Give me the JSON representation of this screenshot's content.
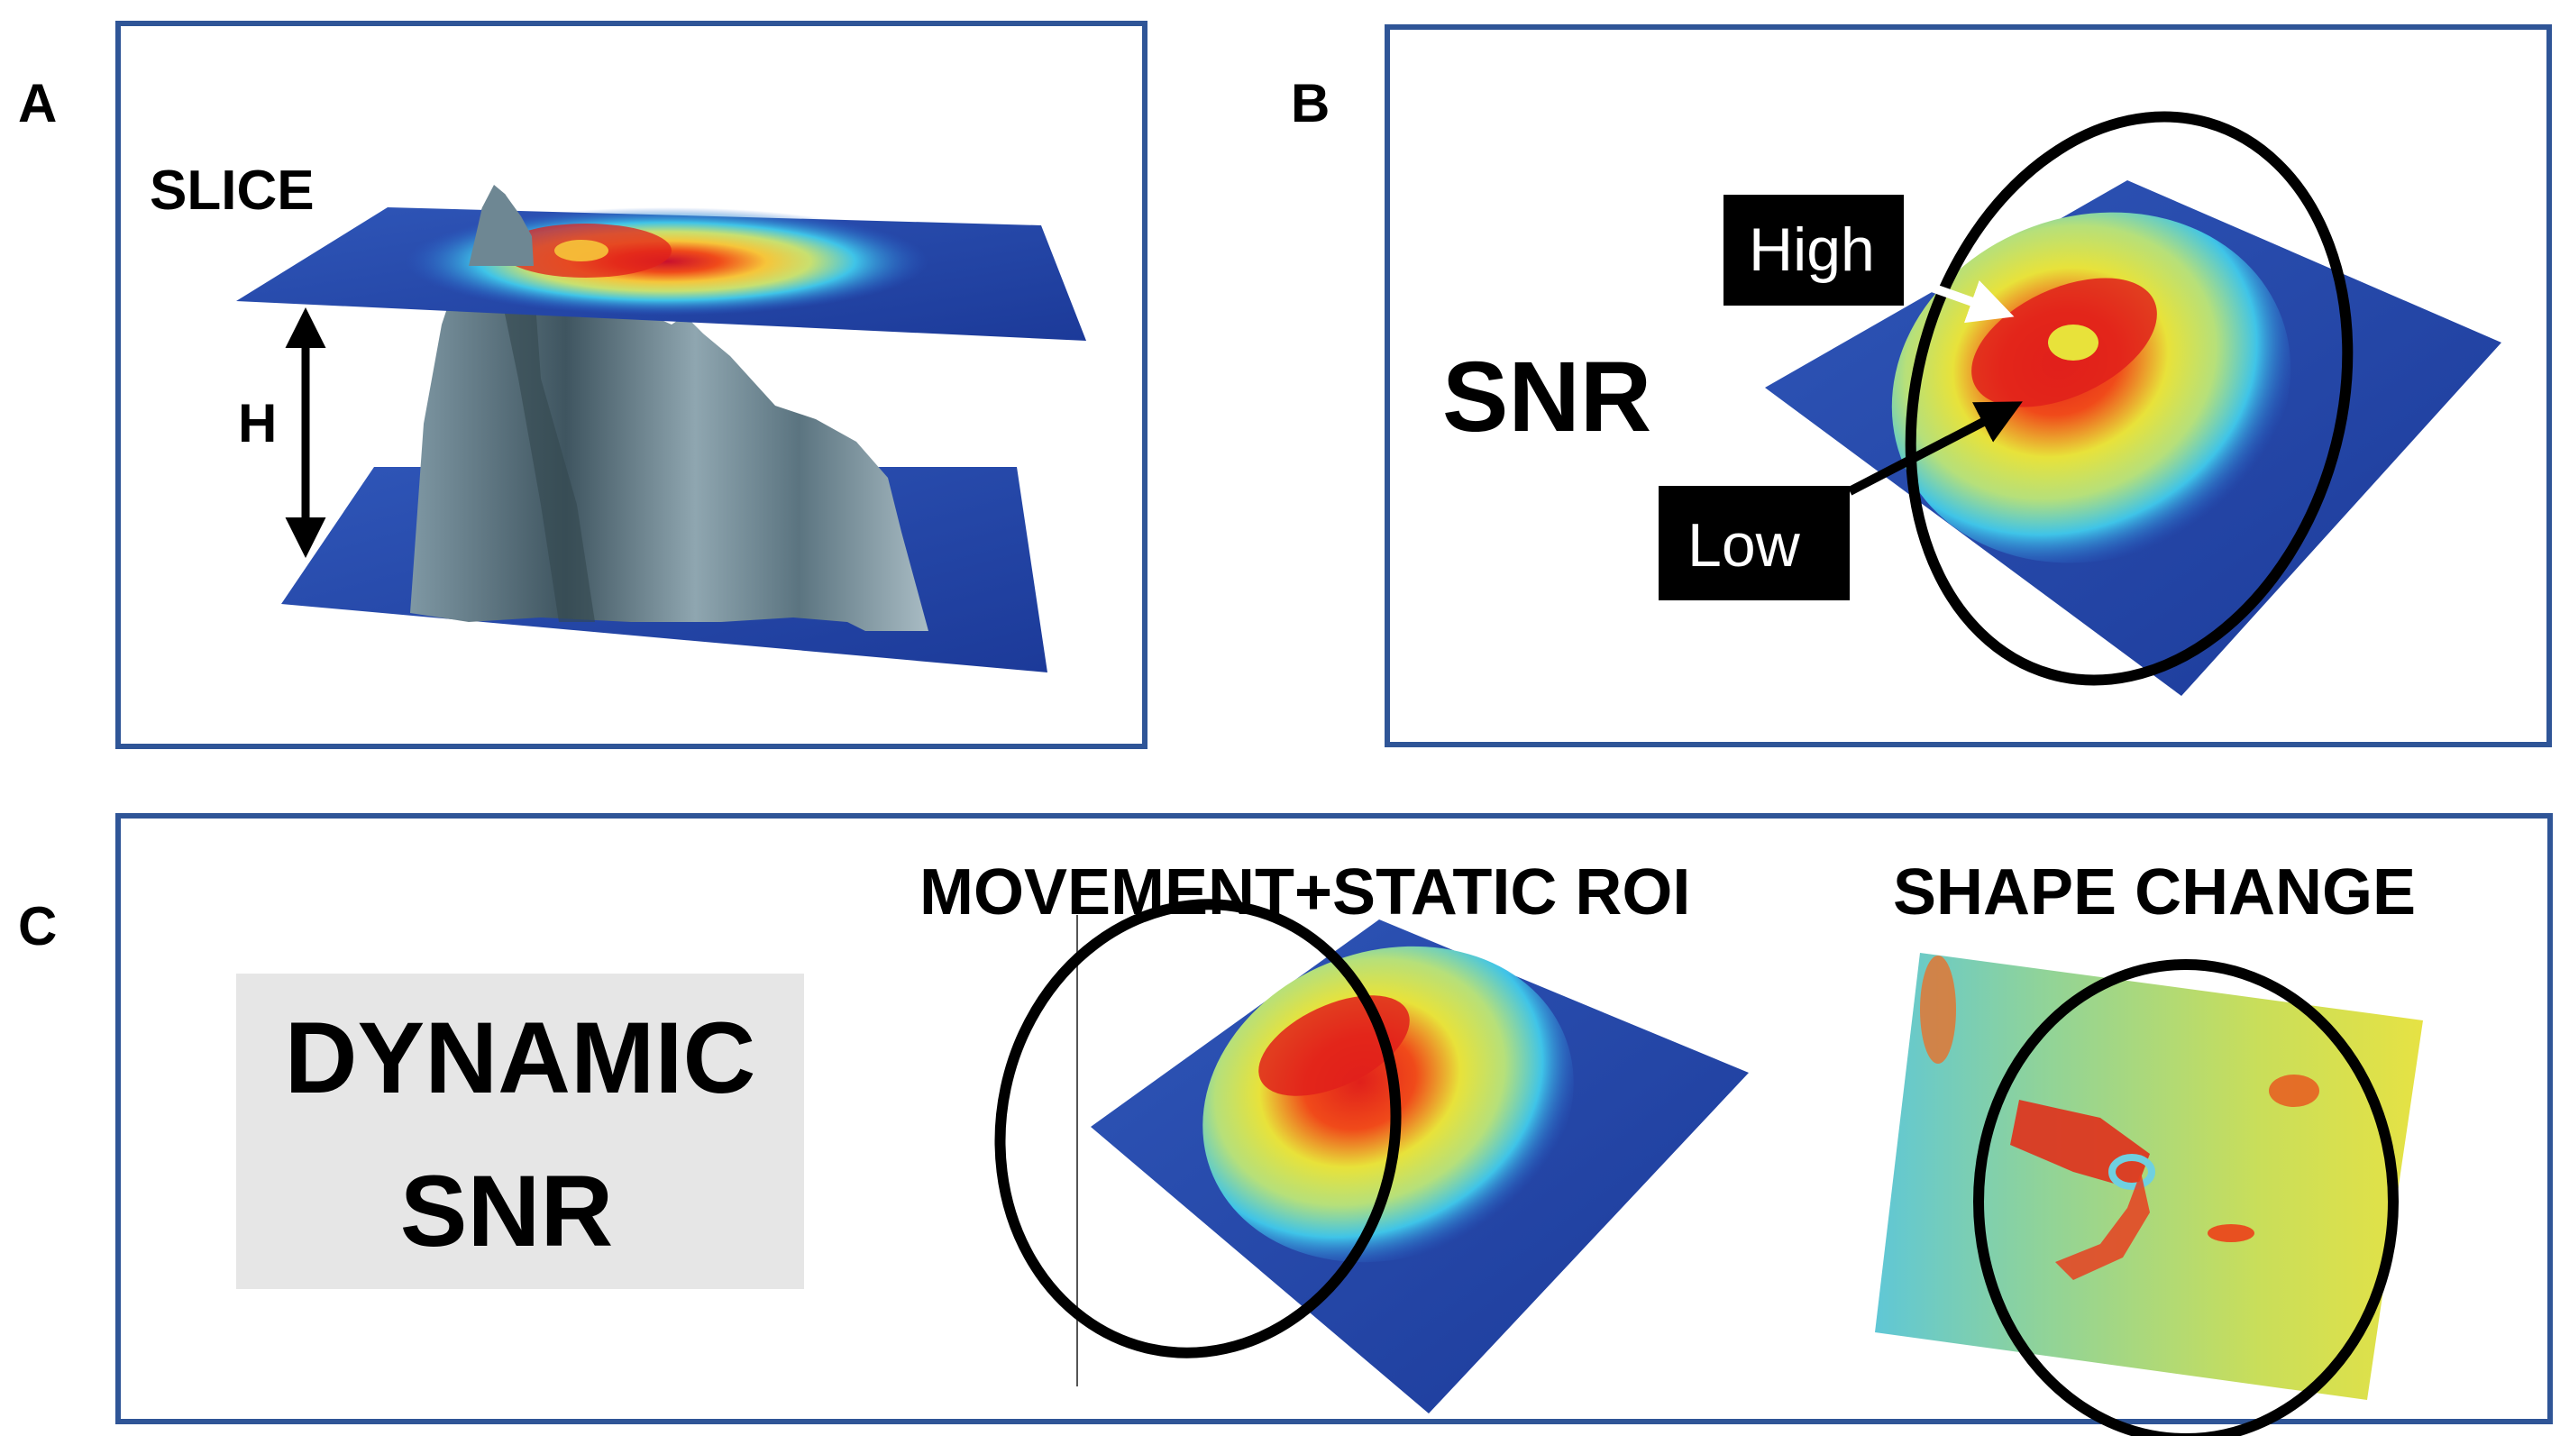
{
  "panels": {
    "a": {
      "label": "A",
      "slice_label": "SLICE",
      "height_label": "H"
    },
    "b": {
      "label": "B",
      "metric_label": "SNR",
      "high_label": "High",
      "low_label": "Low"
    },
    "c": {
      "label": "C",
      "title_line1": "DYNAMIC",
      "title_line2": "SNR",
      "movement_title": "MOVEMENT+STATIC ROI",
      "shape_title": "SHAPE CHANGE"
    }
  },
  "colors": {
    "frame": "#2f5597",
    "plane_blue": "#1f3fa0",
    "surface_gray": "#5b7480",
    "heat_red": "#e0201b",
    "heat_yellow": "#e8e23a",
    "heat_cyan": "#3fc4e8",
    "roi_circle": "#000000",
    "callout_bg": "#000000",
    "callout_text": "#ffffff",
    "dynamic_box": "#e6e6e6"
  }
}
